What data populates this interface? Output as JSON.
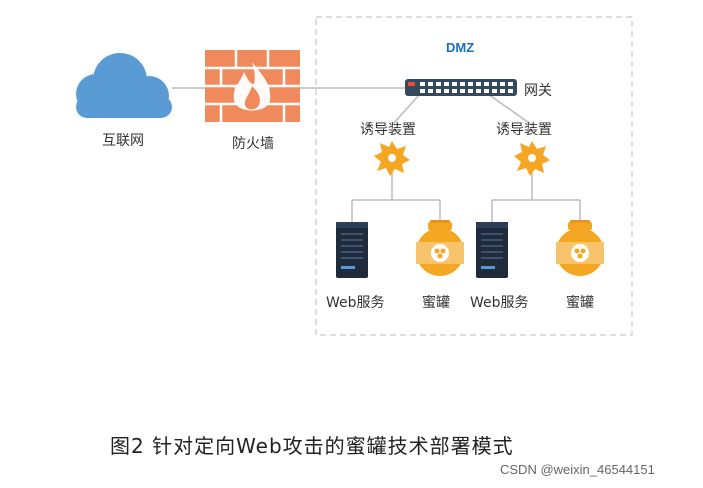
{
  "diagram": {
    "zone_label": "DMZ",
    "internet_label": "互联网",
    "firewall_label": "防火墙",
    "gateway_label": "网关",
    "inducers": [
      {
        "label": "诱导装置"
      },
      {
        "label": "诱导装置"
      }
    ],
    "endpoints": [
      {
        "label": "Web服务",
        "icon": "server-icon"
      },
      {
        "label": "蜜罐",
        "icon": "honey-jar-icon"
      },
      {
        "label": "Web服务",
        "icon": "server-icon"
      },
      {
        "label": "蜜罐",
        "icon": "honey-jar-icon"
      }
    ]
  },
  "caption": "图2  针对定向Web攻击的蜜罐技术部署模式",
  "watermark": "CSDN @weixin_46544151",
  "colors": {
    "cloud": "#5b9bd5",
    "firewall": "#f08a5d",
    "switch": "#34495e",
    "gear": "#f5a623",
    "server": "#1f2a3a",
    "jar": "#f5a623",
    "line": "#bbbbbb",
    "zone_border": "#cccccc",
    "zone_text": "#1a6ec0"
  }
}
